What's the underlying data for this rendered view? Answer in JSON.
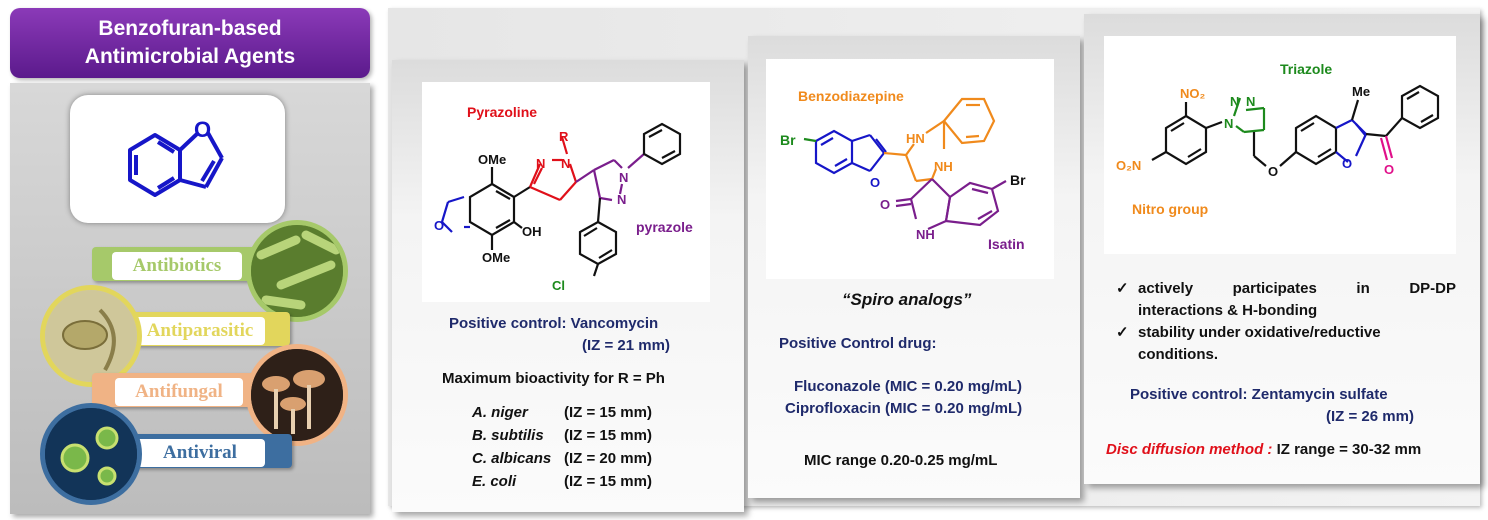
{
  "title": {
    "line1": "Benzofuran-based",
    "line2": "Antimicrobial Agents"
  },
  "activities": [
    {
      "label": "Antibiotics",
      "color": "#a6c96a"
    },
    {
      "label": "Antiparasitic",
      "color": "#e2d65c"
    },
    {
      "label": "Antifungal",
      "color": "#f0b385"
    },
    {
      "label": "Antiviral",
      "color": "#3d6ea0"
    }
  ],
  "card1": {
    "labels": {
      "pyrazoline": "Pyrazoline",
      "r": "R",
      "ome1": "OMe",
      "ome2": "OMe",
      "oh": "OH",
      "cl": "Cl",
      "pyrazole": "pyrazole",
      "n1": "N",
      "n2": "N",
      "n3": "N",
      "n4": "N",
      "o": "O"
    },
    "control_line1": "Positive control: Vancomycin",
    "control_line2": "(IZ = 21 mm)",
    "max_bio": "Maximum bioactivity for R = Ph",
    "organisms": [
      {
        "name": "A. niger",
        "iz": "(IZ = 15 mm)"
      },
      {
        "name": "B. subtilis",
        "iz": "(IZ = 15 mm)"
      },
      {
        "name": "C. albicans",
        "iz": "(IZ = 20 mm)"
      },
      {
        "name": "E. coli",
        "iz": "(IZ = 15 mm)"
      }
    ]
  },
  "card2": {
    "labels": {
      "benzodiazepine": "Benzodiazepine",
      "br1": "Br",
      "br2": "Br",
      "hn1": "HN",
      "nh1": "NH",
      "nh2": "NH",
      "o1": "O",
      "o2": "O",
      "isatin": "Isatin"
    },
    "spiro": "“Spiro analogs”",
    "control_title": "Positive Control drug:",
    "fluconazole": "Fluconazole (MIC = 0.20 mg/mL)",
    "ciprofloxacin": "Ciprofloxacin (MIC = 0.20 mg/mL)",
    "mic_range": "MIC range 0.20-0.25 mg/mL"
  },
  "card3": {
    "labels": {
      "triazole": "Triazole",
      "no2_top": "NO₂",
      "no2_left": "O₂N",
      "n_ring": "N",
      "n_eq1": "N",
      "n_eq2": "N",
      "me": "Me",
      "o_link": "O",
      "o_furan": "O",
      "o_carbonyl": "O",
      "nitro": "Nitro group"
    },
    "bullet_mark": "✓",
    "bullet1_line1": "actively participates in DP-DP",
    "bullet1_line2": "interactions & H-bonding",
    "bullet2_line1": "stability under oxidative/reductive",
    "bullet2_line2": "conditions.",
    "control_line1": "Positive control: Zentamycin sulfate",
    "control_line2": "(IZ = 26 mm)",
    "disc_label": "Disc diffusion method :",
    "disc_value": "IZ range = 30-32 mm"
  },
  "core": {
    "o": "O"
  },
  "colors": {
    "blue": "#1616c8",
    "red": "#e0101a",
    "purple": "#7a1e8c",
    "green": "#1d8a1d",
    "orange": "#f08a1c",
    "magenta": "#e0108a",
    "navy": "#1f2a6b"
  }
}
